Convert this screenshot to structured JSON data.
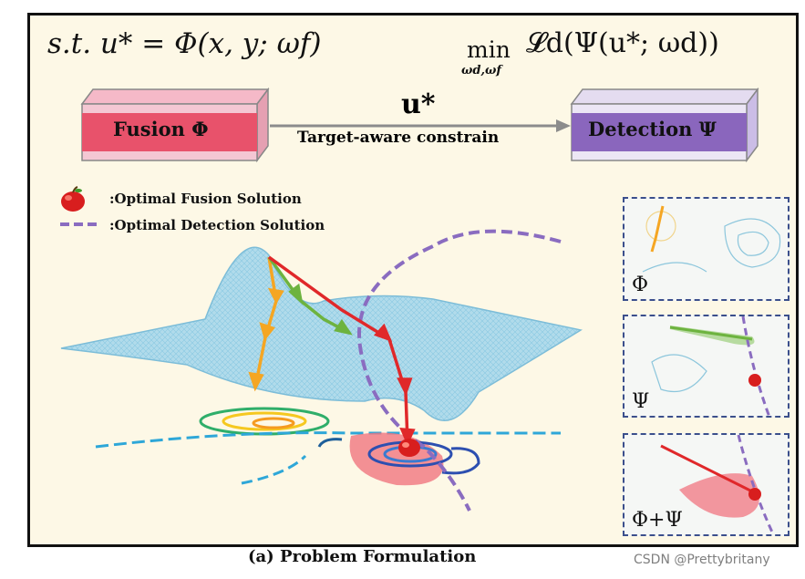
{
  "formulas": {
    "constraint": "s.t. u* = Φ(x, y; ωf)",
    "objective_min": "min",
    "objective_sub": "ωd,ωf",
    "objective_loss": "𝓛d(Ψ(u*; ωd))"
  },
  "boxes": {
    "fusion": {
      "label": "Fusion Φ",
      "color": "#e8526b"
    },
    "detection": {
      "label": "Detection Ψ",
      "color": "#8a66bd"
    }
  },
  "arrow": {
    "top_label": "u*",
    "bottom_label": "Target-aware constrain"
  },
  "legend": [
    {
      "icon": "apple-icon",
      "text": ":Optimal Fusion Solution"
    },
    {
      "icon": "dashed-line-icon",
      "text": ":Optimal Detection Solution",
      "color": "#8a6cc0"
    }
  ],
  "panels": [
    {
      "label": "Φ"
    },
    {
      "label": "Ψ"
    },
    {
      "label": "Φ+Ψ"
    }
  ],
  "caption": "(a) Problem Formulation",
  "watermark": "CSDN @Prettybritany"
}
